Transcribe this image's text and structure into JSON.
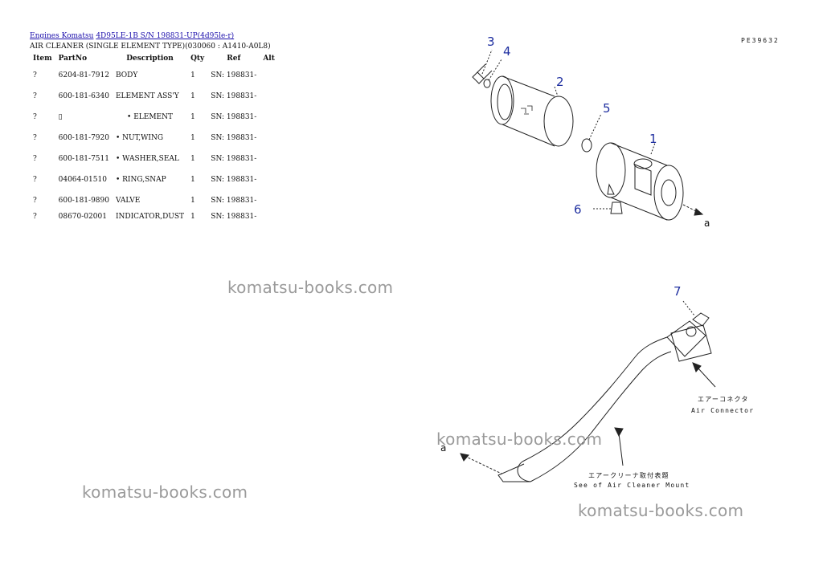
{
  "breadcrumb": {
    "link1": "Engines Komatsu",
    "link2": "4D95LE-1B S/N 198831-UP(4d95le-r)"
  },
  "subtitle": "AIR CLEANER (SINGLE ELEMENT TYPE)(030060 : A1410-A0L8)",
  "table": {
    "headers": {
      "item": "Item",
      "part": "PartNo",
      "desc": "Description",
      "qty": "Qty",
      "ref": "Ref",
      "alt": "Alt"
    },
    "rows": [
      {
        "item": "?",
        "part": "6204-81-7912",
        "desc": "BODY",
        "qty": "1",
        "ref": "SN: 198831-"
      },
      {
        "item": "?",
        "part": "600-181-6340",
        "desc": "ELEMENT ASS'Y",
        "qty": "1",
        "ref": "SN: 198831-"
      },
      {
        "item": "?",
        "part": "▯",
        "desc": "• ELEMENT",
        "qty": "1",
        "ref": "SN: 198831-"
      },
      {
        "item": "?",
        "part": "600-181-7920",
        "desc": "• NUT,WING",
        "qty": "1",
        "ref": "SN: 198831-"
      },
      {
        "item": "?",
        "part": "600-181-7511",
        "desc": "• WASHER,SEAL",
        "qty": "1",
        "ref": "SN: 198831-"
      },
      {
        "item": "?",
        "part": "04064-01510",
        "desc": "• RING,SNAP",
        "qty": "1",
        "ref": "SN: 198831-"
      },
      {
        "item": "?",
        "part": "600-181-9890",
        "desc": "VALVE",
        "qty": "1",
        "ref": "SN: 198831-"
      },
      {
        "item": "?",
        "part": "08670-02001",
        "desc": "INDICATOR,DUST",
        "qty": "1",
        "ref": "SN: 198831-"
      }
    ]
  },
  "drawing": {
    "figure_code": "PE39632",
    "callouts": [
      "1",
      "2",
      "3",
      "4",
      "5",
      "6",
      "7"
    ],
    "arrow_label": "a",
    "air_connector_jp": "エアーコネクタ",
    "air_connector_en": "Air Connector",
    "see_mount_jp": "エアークリーナ取付表題",
    "see_mount_en": "See of Air Cleaner Mount"
  },
  "watermark": "komatsu-books.com"
}
